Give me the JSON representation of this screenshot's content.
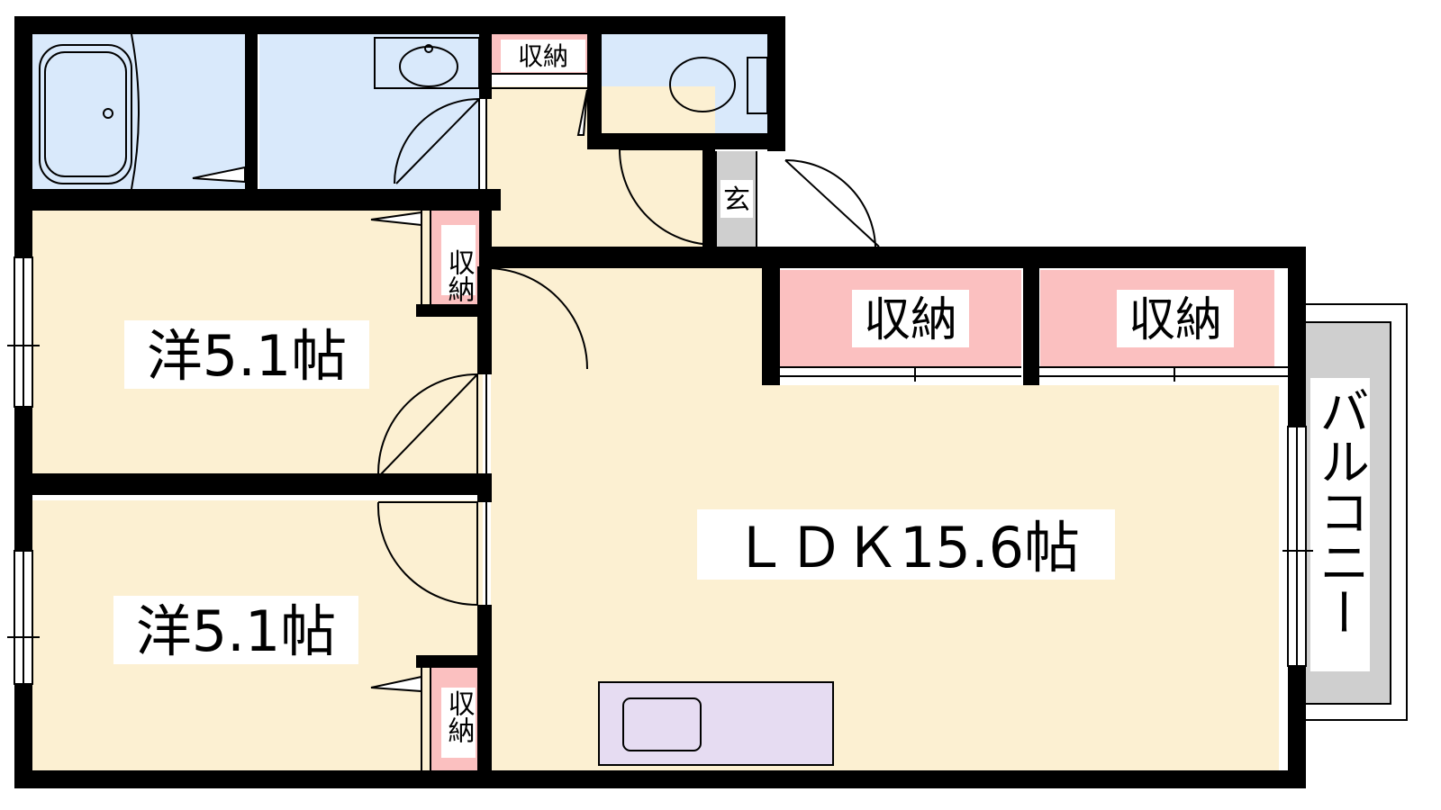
{
  "rooms": {
    "western_1": "洋5.1帖",
    "western_2": "洋5.1帖",
    "ldk": "ＬＤＫ15.6帖"
  },
  "storage": {
    "top_small": "収納",
    "western_1_closet": "収納",
    "western_2_closet": "収納",
    "ldk_left": "収納",
    "ldk_right": "収納"
  },
  "entrance": "玄",
  "balcony": "バルコニー",
  "colors": {
    "wall": "#000000",
    "floor": "#fcf0d2",
    "wet_area": "#d9e9fb",
    "storage": "#fbc0c0",
    "entrance": "#cfcfcf",
    "kitchen": "#e6dcf2",
    "balcony": "#cfcfcf"
  }
}
